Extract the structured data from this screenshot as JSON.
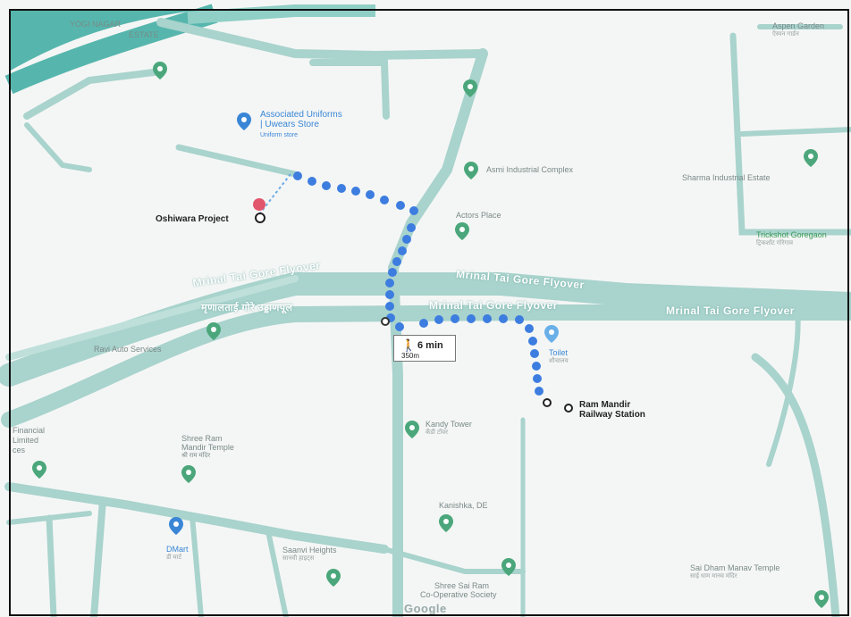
{
  "map": {
    "route_origin": "Oshiwara Project",
    "route_destination_line1": "Ram Mandir",
    "route_destination_line2": "Railway Station",
    "walk_duration": "6 min",
    "walk_distance": "350m",
    "walk_icon": "walking-person-icon",
    "attribution": "Google"
  },
  "roads": {
    "flyover_1": "Mrinal Tai Gore Flyover",
    "flyover_2": "Mrinal Tai Gore Flyover",
    "flyover_3": "Mrinal Tai Gore Flyover",
    "flyover_4": "Mrinal Tai Gore Flyover",
    "flyover_hindi": "मृणालताई गोरे उड्डाणपूल"
  },
  "places": {
    "yogi_nagar_1": "YOGI NAGAR",
    "yogi_nagar_2": "ESTATE",
    "associated_1": "Associated Uniforms",
    "associated_2": "| Uwears Store",
    "associated_sub": "Uniform store",
    "asmi": "Asmi Industrial Complex",
    "actors": "Actors Place",
    "aspen": "Aspen Garden",
    "aspen_sub": "ऍस्पन गार्डन",
    "sharma": "Sharma Industrial Estate",
    "trickshot_1": "Trickshot Goregaon",
    "trickshot_sub": "ट्रिकशॉट गोरेगाव",
    "toilet": "Toilet",
    "toilet_sub": "शौचालय",
    "auto_services": "Ravi Auto Services",
    "shree_ram_1": "Shree Ram",
    "shree_ram_2": "Mandir Temple",
    "shree_ram_sub": "श्री राम मंदिर",
    "kandy": "Kandy Tower",
    "kandy_sub": "कँडी टॉवर",
    "kanishka": "Kanishka, DE",
    "dmart": "DMart",
    "dmart_sub": "डी मार्ट",
    "saanvi": "Saanvi Heights",
    "saanvi_sub": "सानवी हाइट्स",
    "sai_ram_1": "Shree Sai Ram",
    "sai_ram_2": "Co-Operative Society",
    "sai_dham": "Sai Dham Manav Temple",
    "sai_dham_sub": "साई धाम मानव मंदिर",
    "financial_1": "Financial",
    "financial_2": "Limited",
    "financial_3": "ces"
  },
  "colors": {
    "road": "#a9d3cd",
    "route": "#3d7de0",
    "water": "#56b6ad",
    "destination_pin": "#e2566d"
  }
}
